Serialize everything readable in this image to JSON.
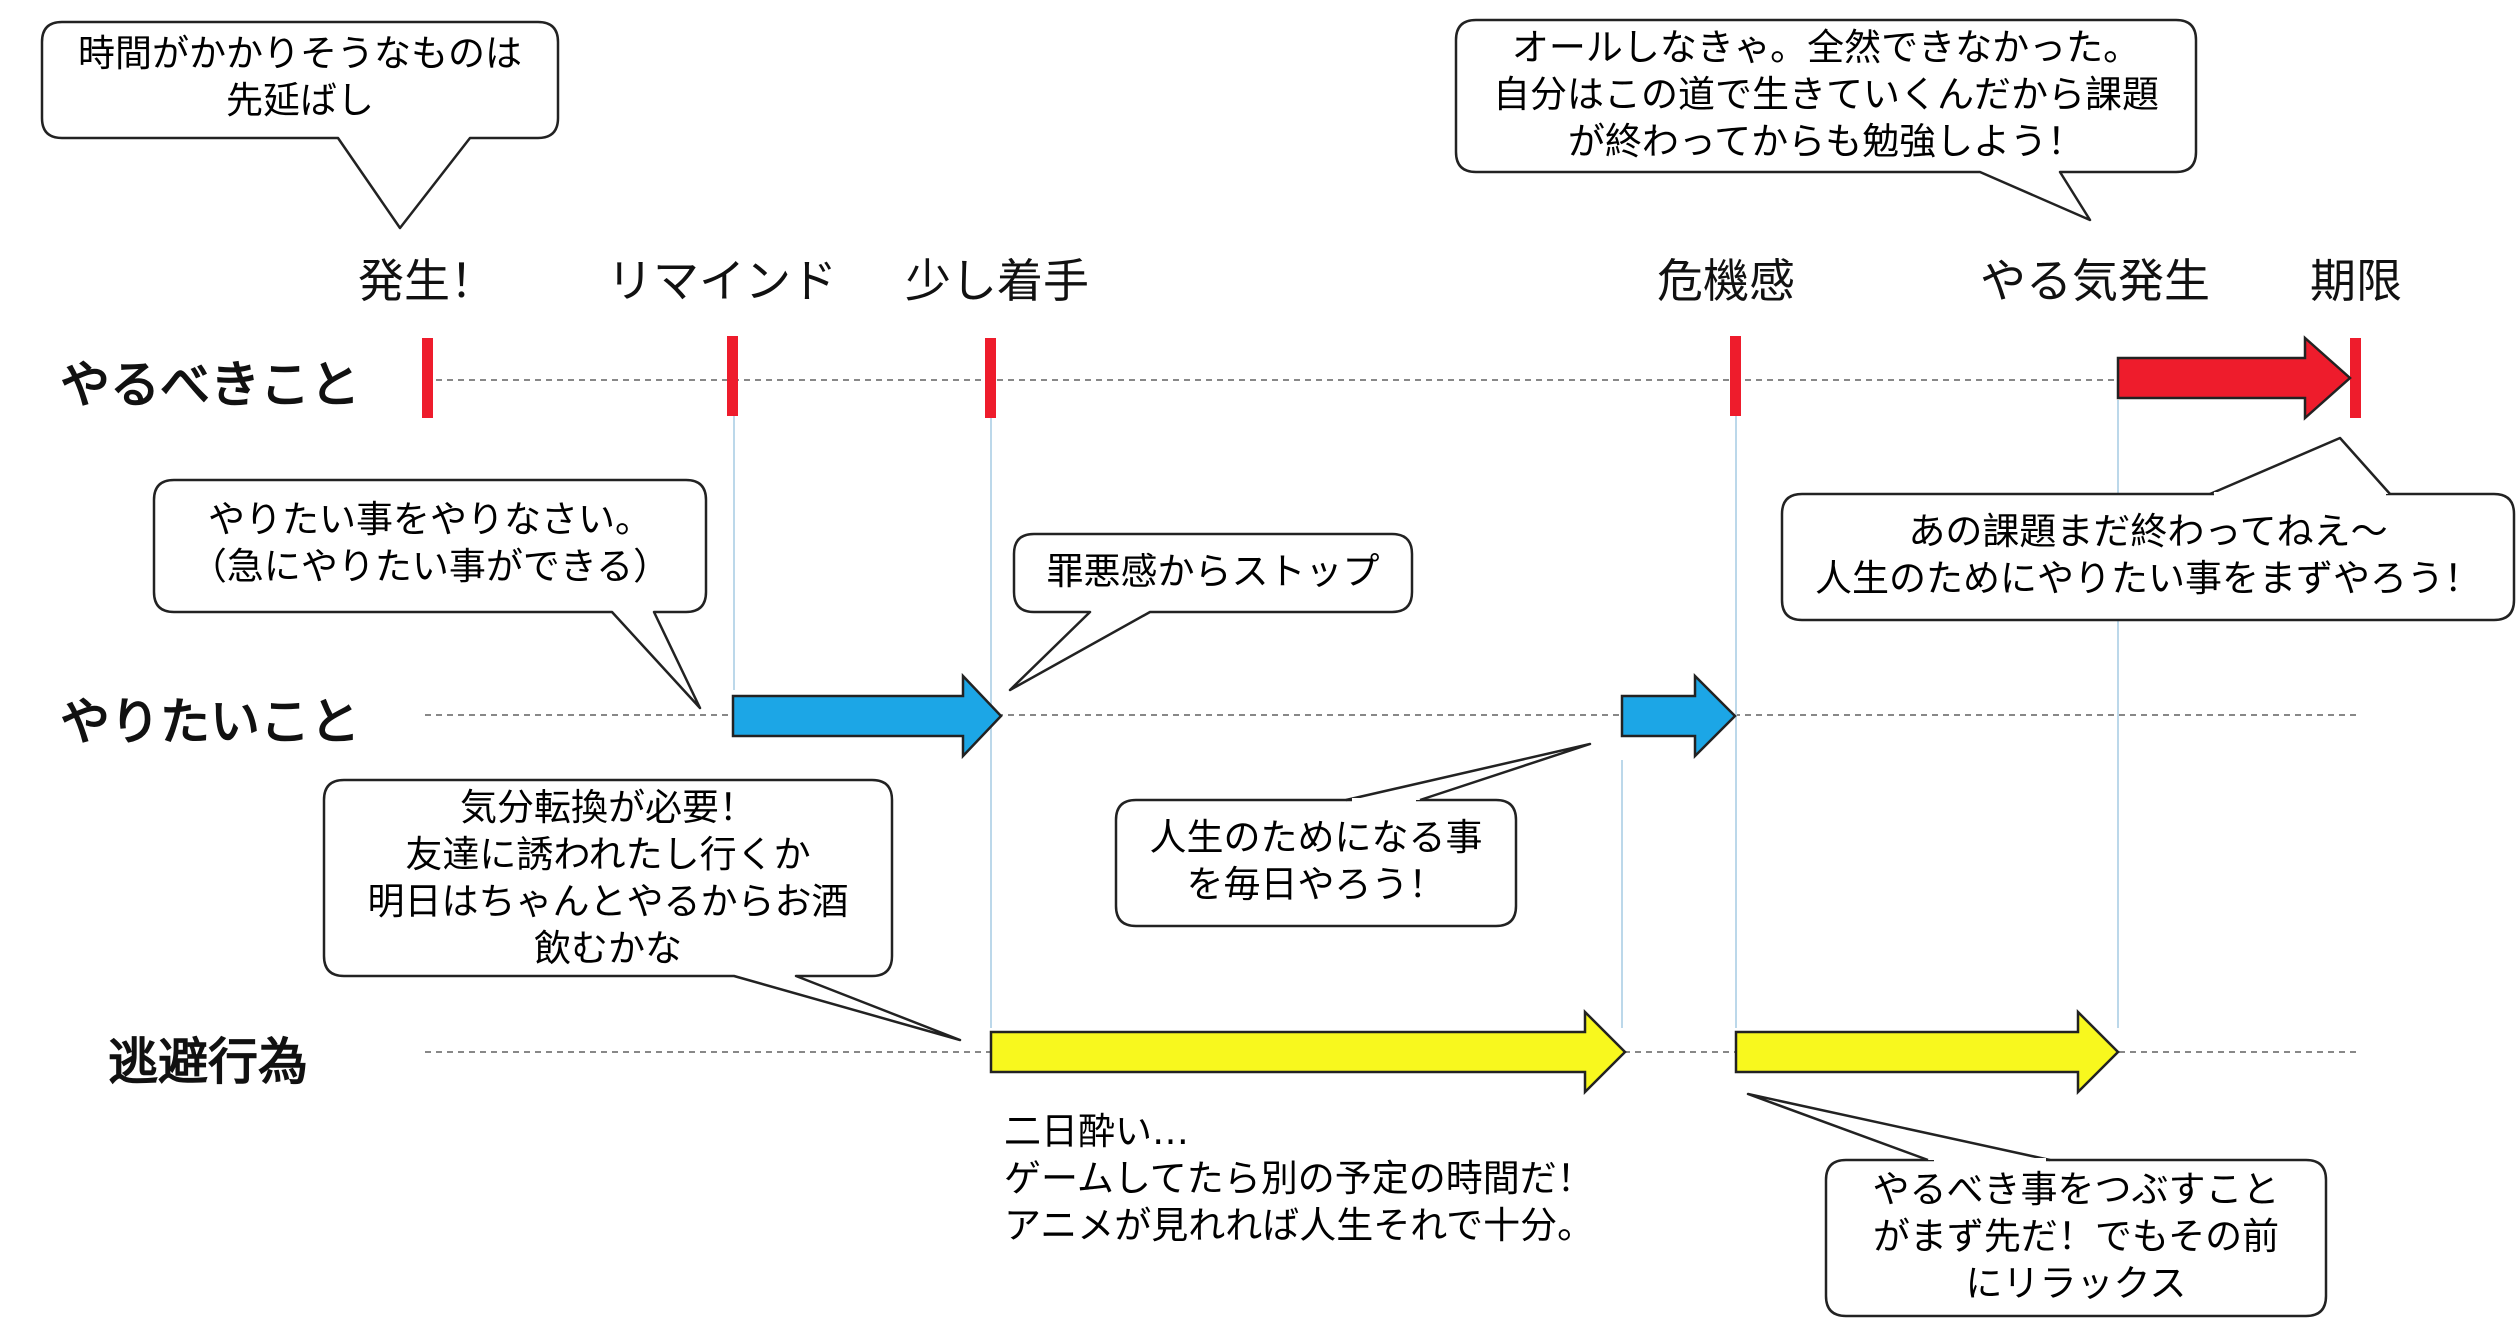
{
  "colors": {
    "marker": "#ee1c2c",
    "want_arrow": "#1ca6e6",
    "escape_arrow": "#f8f81e",
    "must_arrow": "#ee1c2c",
    "guideline": "#bcd8ea",
    "dashed": "#888888"
  },
  "events": {
    "occur": "発生！",
    "remind": "リマインド",
    "start": "少し着手",
    "crisis": "危機感",
    "motivation": "やる気発生",
    "deadline": "期限"
  },
  "lanes": {
    "must": "やるべきこと",
    "want": "やりたいこと",
    "escape": "逃避行為"
  },
  "bubbles": {
    "postpone": [
      "時間がかかりそうなものは",
      "先延ばし"
    ],
    "allnight": [
      "オールしなきゃ。全然できなかった。",
      "自分はこの道で生きていくんだから課題",
      "が終わってからも勉強しよう！"
    ],
    "do_what_you_want": [
      "やりたい事をやりなさい。",
      "（急にやりたい事ができる）"
    ],
    "guilt": [
      "罪悪感からストップ"
    ],
    "unfinished": [
      "あの課題まだ終わってねえ～",
      "人生のためにやりたい事をまずやろう！"
    ],
    "change_mood": [
      "気分転換が必要！",
      "友達に誘われたし行くか",
      "明日はちゃんとやるからお酒",
      "飲むかな"
    ],
    "for_life": [
      "人生のためになる事",
      "を毎日やろう！"
    ],
    "crush_first": [
      "やるべき事をつぶすこと",
      "がまず先だ！でもその前",
      "にリラックス"
    ]
  },
  "notes": {
    "hangover": [
      "二日酔い…",
      "ゲームしてたら別の予定の時間だ！",
      "アニメが見れれば人生それで十分。"
    ]
  }
}
